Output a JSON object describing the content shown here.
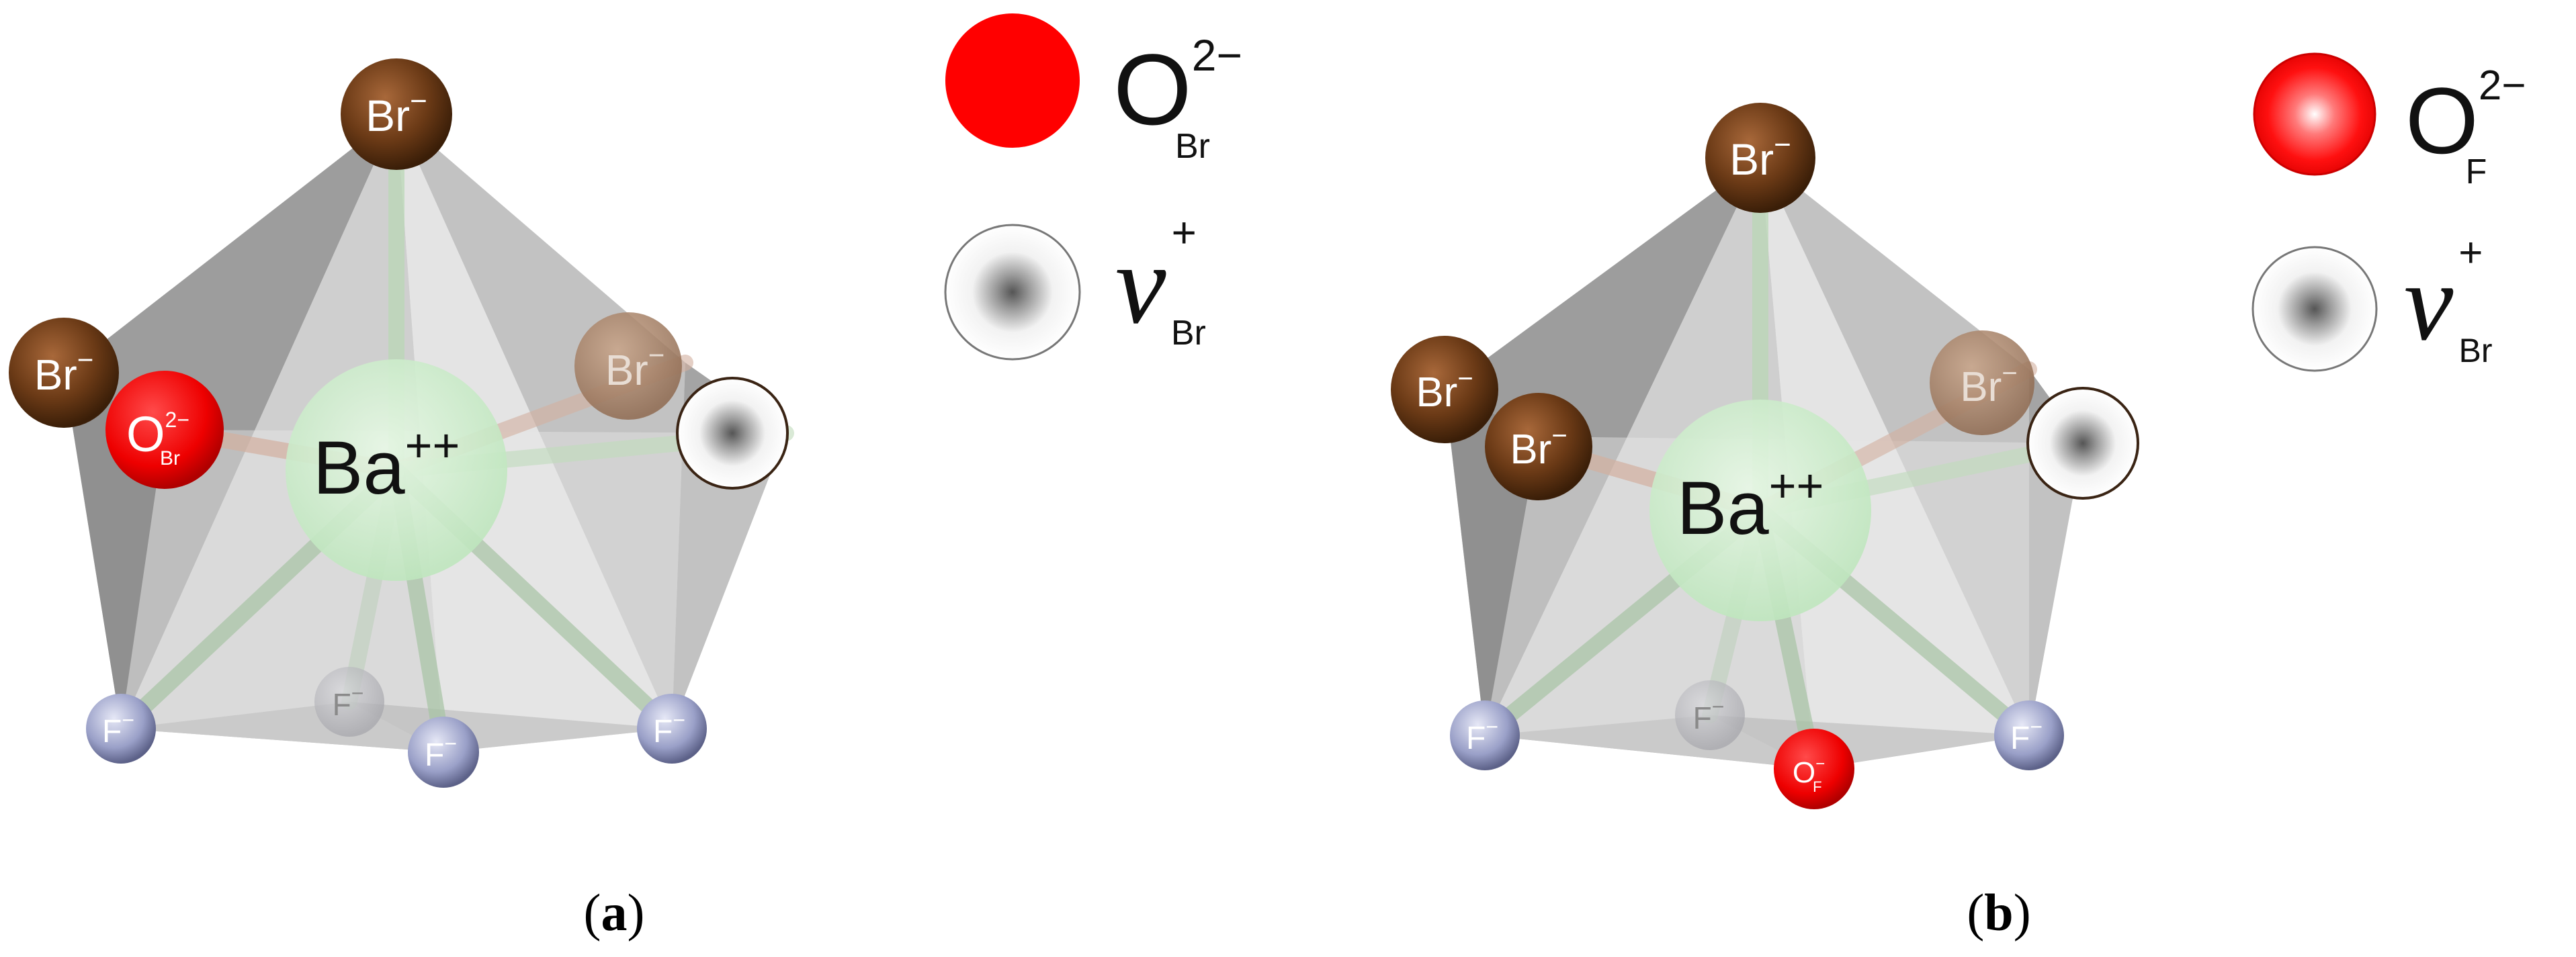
{
  "panels": [
    {
      "id": "a",
      "caption": {
        "open": "(",
        "letter": "a",
        "close": ")"
      },
      "center": {
        "symbol": "Ba",
        "charge": "++"
      },
      "br_labels": {
        "symbol": "Br",
        "charge": "−"
      },
      "f_labels": {
        "symbol": "F",
        "charge": "−"
      },
      "oxygen": {
        "symbol": "O",
        "charge": "2−",
        "site": "Br"
      },
      "legend": [
        {
          "symbol": "O",
          "sup": "2−",
          "sub": "Br",
          "color": "#ff0000"
        },
        {
          "symbol": "v",
          "sup": "+",
          "sub": "Br",
          "color": "#888888"
        }
      ]
    },
    {
      "id": "b",
      "caption": {
        "open": "(",
        "letter": "b",
        "close": ")"
      },
      "center": {
        "symbol": "Ba",
        "charge": "++"
      },
      "br_labels": {
        "symbol": "Br",
        "charge": "−"
      },
      "f_labels": {
        "symbol": "F",
        "charge": "−"
      },
      "oxygen": {
        "symbol": "O",
        "charge": "−",
        "site": "F"
      },
      "legend": [
        {
          "symbol": "O",
          "sup": "2−",
          "sub": "F",
          "color": "#ff0000"
        },
        {
          "symbol": "v",
          "sup": "+",
          "sub": "Br",
          "color": "#888888"
        }
      ]
    }
  ],
  "colors": {
    "bromine": "#6b3a16",
    "fluorine": "#9aa0c8",
    "oxygen": "#ff0000",
    "barium": "#cdeccd",
    "vacancy": "#ffffff",
    "polyhedron": "#8a8a8a"
  }
}
